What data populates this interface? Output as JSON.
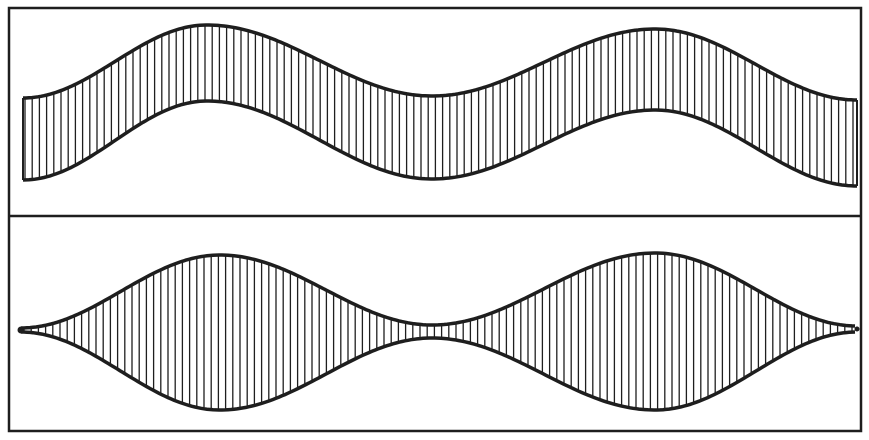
{
  "figure": {
    "panels": [
      {
        "shape": "wavy-band",
        "fill": "vertical-hatching",
        "humps": 2
      },
      {
        "shape": "lens-chain",
        "fill": "vertical-hatching",
        "lobes": 2
      }
    ],
    "colors": {
      "ink": "#1e1e1e",
      "paper": "#ffffff"
    }
  }
}
